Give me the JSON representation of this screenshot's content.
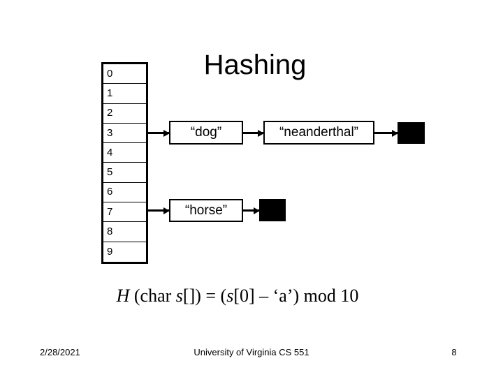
{
  "slide": {
    "title": "Hashing",
    "hash_formula": {
      "h": "H",
      "part1": " (char ",
      "s1": "s",
      "part2": "[]) = (",
      "s2": "s",
      "part3": "[0] – ‘a’) mod 10"
    }
  },
  "hash_table": {
    "buckets": [
      {
        "label": "0",
        "has_chain": false
      },
      {
        "label": "1",
        "has_chain": false
      },
      {
        "label": "2",
        "has_chain": false
      },
      {
        "label": "3",
        "has_chain": true
      },
      {
        "label": "4",
        "has_chain": false
      },
      {
        "label": "5",
        "has_chain": false
      },
      {
        "label": "6",
        "has_chain": false
      },
      {
        "label": "7",
        "has_chain": true
      },
      {
        "label": "8",
        "has_chain": false
      },
      {
        "label": "9",
        "has_chain": false
      }
    ]
  },
  "chains": {
    "bucket3": [
      {
        "value": "“dog”"
      },
      {
        "value": "“neanderthal”"
      }
    ],
    "bucket7": [
      {
        "value": "“horse”"
      }
    ]
  },
  "footer": {
    "date": "2/28/2021",
    "center": "University of Virginia CS 551",
    "page": "8"
  },
  "colors": {
    "background": "#ffffff",
    "ink": "#000000",
    "null_block": "#000000"
  }
}
